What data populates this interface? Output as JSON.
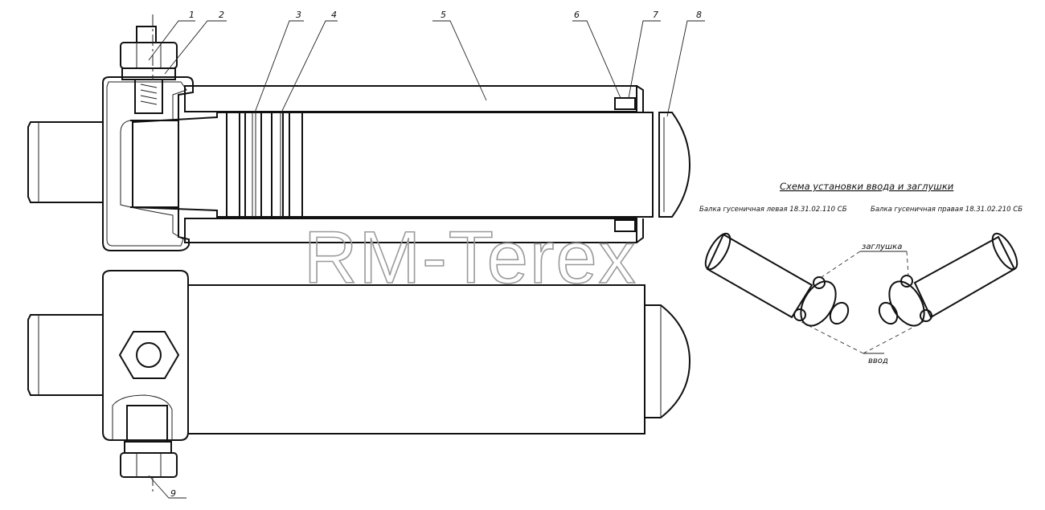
{
  "callouts": {
    "c1": "1",
    "c2": "2",
    "c3": "3",
    "c4": "4",
    "c5": "5",
    "c6": "6",
    "c7": "7",
    "c8": "8",
    "c9": "9"
  },
  "scheme": {
    "title": "Схема установки ввода и заглушки",
    "left_beam": "Балка гусеничная левая 18.31.02.110 СБ",
    "right_beam": "Балка гусеничная правая 18.31.02.210 СБ",
    "plug_label": "заглушка",
    "inlet_label": "ввод"
  },
  "watermark": "RM-Terex"
}
